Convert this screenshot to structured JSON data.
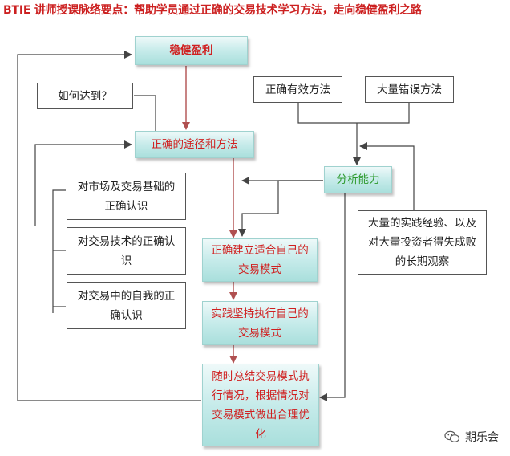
{
  "title": "BTIE 讲师授课脉络要点：帮助学员通过正确的交易技术学习方法，走向稳健盈利之路",
  "nodes": {
    "steady_profit": "稳健盈利",
    "how_to_reach": "如何达到？",
    "correct_method": "正确有效方法",
    "mistake_method": "大量错误方法",
    "right_path": "正确的途径和方法",
    "analysis": "分析能力",
    "market_basics": "对市场及交易基础的正确认识",
    "tech_understanding": "对交易技术的正确认识",
    "self_understanding": "对交易中的自我的正确认识",
    "experience": "大量的实践经验、以及对大量投资者得失成败的长期观察",
    "build_model": "正确建立适合自己的交易模式",
    "execute_model": "实践坚持执行自己的交易模式",
    "review_model": "随时总结交易模式执行情况，根据情况对交易模式做出合理优化"
  },
  "watermark": "期乐会",
  "colors": {
    "title": "#cc2020",
    "teal_box": "#bfe7e5",
    "red_text": "#d02020",
    "green_text": "#2e9a2e",
    "red_arrow": "#b05050"
  }
}
